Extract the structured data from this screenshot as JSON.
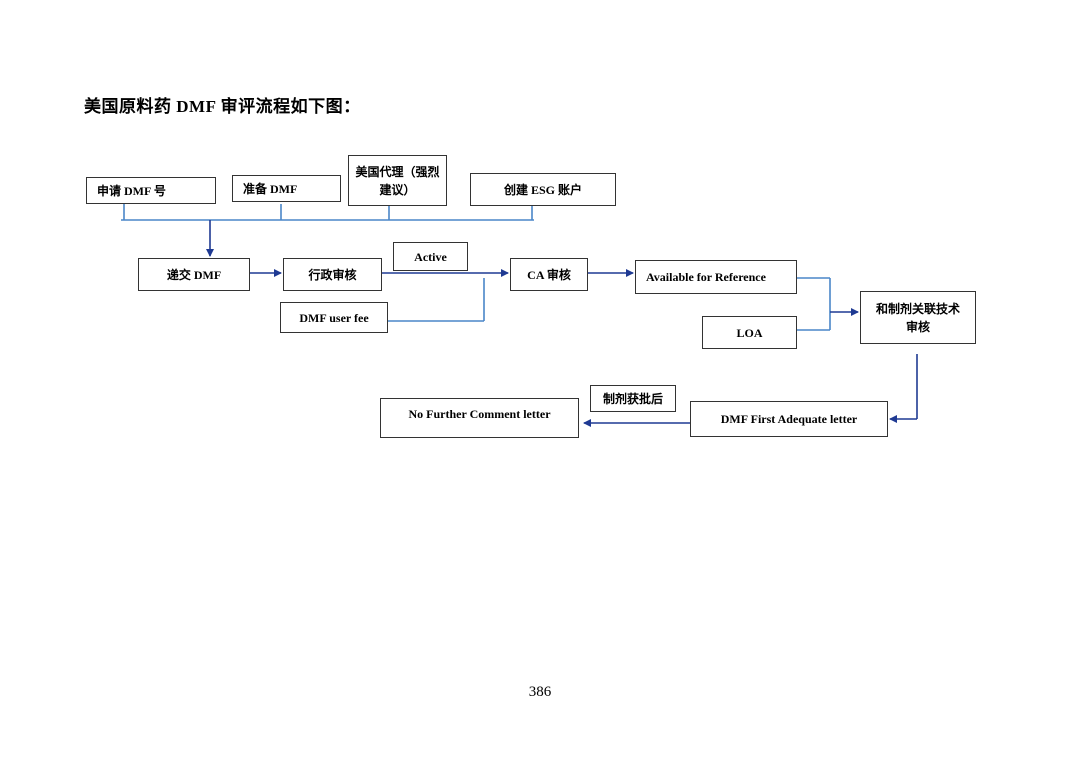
{
  "heading": "美国原料药 DMF 审评流程如下图：",
  "nodes": {
    "apply_dmf_number": "申请 DMF 号",
    "prepare_dmf": "准备 DMF",
    "us_agent": "美国代理（强烈建议）",
    "create_esg": "创建 ESG 账户",
    "submit_dmf": "递交 DMF",
    "admin_review": "行政审核",
    "active": "Active",
    "dmf_user_fee": "DMF user fee",
    "ca_review": "CA 审核",
    "available_for_reference": "Available for Reference",
    "loa": "LOA",
    "technical_review": "和制剂关联技术审核",
    "after_approval": "制剂获批后",
    "dmf_first_adequate": "DMF First Adequate letter",
    "no_further_comment": "No Further Comment letter"
  },
  "page_number": "386",
  "colors": {
    "connector": "#4a86c8",
    "arrow": "#1f3a93",
    "border": "#333333"
  }
}
